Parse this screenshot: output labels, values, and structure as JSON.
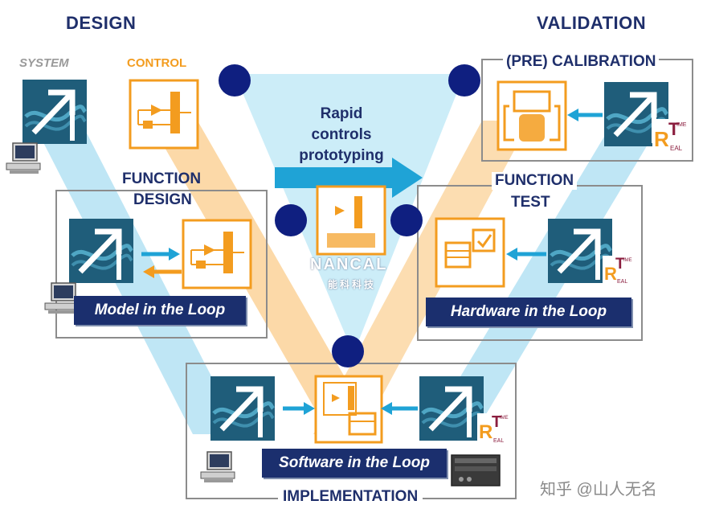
{
  "headers": {
    "design": "DESIGN",
    "validation": "VALIDATION"
  },
  "labels": {
    "system": "SYSTEM",
    "control": "CONTROL",
    "pre_calibration": "(PRE) CALIBRATION",
    "function_design_1": "FUNCTION",
    "function_design_2": "DESIGN",
    "function_test_1": "FUNCTION",
    "function_test_2": "TEST",
    "implementation": "IMPLEMENTATION"
  },
  "center": {
    "line1": "Rapid",
    "line2": "controls",
    "line3": "prototyping"
  },
  "bars": {
    "model": "Model in the Loop",
    "hardware": "Hardware in the Loop",
    "software": "Software in the Loop"
  },
  "logo": {
    "name": "NANCAL",
    "sub": "能科科技"
  },
  "rt_badge": {
    "r": "R",
    "t": "T",
    "ime": "IME",
    "eal": "EAL"
  },
  "watermark": "知乎 @山人无名",
  "colors": {
    "navy": "#1b2f6e",
    "orange": "#f39c1f",
    "light_blue": "#bfe6f5",
    "light_orange": "#fcd9a8",
    "teal_block": "#1f5d7a",
    "arrow_blue": "#1fa3d6"
  }
}
